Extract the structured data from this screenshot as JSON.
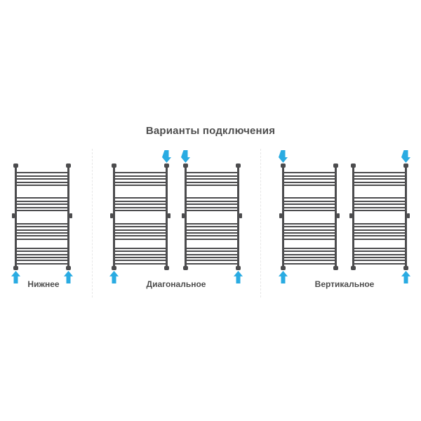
{
  "title": "Варианты подключения",
  "colors": {
    "radiator": "#4c4c4e",
    "arrow": "#29abe2",
    "text": "#4d4d4d",
    "divider": "#e7e7e7",
    "background": "#ffffff"
  },
  "diagram": {
    "crossbar_groups": [
      5,
      5,
      6,
      6
    ],
    "variants": [
      {
        "id": "bottom",
        "label": "Нижнее",
        "radiators": [
          {
            "inlets_top": [],
            "inlets_bottom": [
              "left",
              "right"
            ]
          }
        ]
      },
      {
        "id": "diagonal",
        "label": "Диагональное",
        "radiators": [
          {
            "inlets_top": [
              "right"
            ],
            "inlets_bottom": [
              "left"
            ]
          },
          {
            "inlets_top": [
              "left"
            ],
            "inlets_bottom": [
              "right"
            ]
          }
        ]
      },
      {
        "id": "vertical",
        "label": "Вертикальное",
        "radiators": [
          {
            "inlets_top": [
              "left"
            ],
            "inlets_bottom": [
              "left"
            ]
          },
          {
            "inlets_top": [
              "right"
            ],
            "inlets_bottom": [
              "right"
            ]
          }
        ]
      }
    ]
  }
}
